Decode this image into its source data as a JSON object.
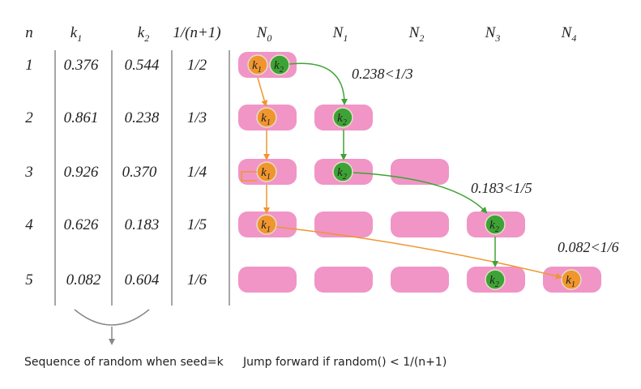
{
  "table": {
    "headers": {
      "n": "n",
      "k1": {
        "base": "k",
        "sub": "1"
      },
      "k2": {
        "base": "k",
        "sub": "2"
      },
      "prob": "1/(n+1)"
    },
    "rows": [
      {
        "n": "1",
        "k1": "0.376",
        "k2": "0.544",
        "prob": "1/2"
      },
      {
        "n": "2",
        "k1": "0.861",
        "k2": "0.238",
        "prob": "1/3"
      },
      {
        "n": "3",
        "k1": "0.926",
        "k2": "0.370",
        "prob": "1/4"
      },
      {
        "n": "4",
        "k1": "0.626",
        "k2": "0.183",
        "prob": "1/5"
      },
      {
        "n": "5",
        "k1": "0.082",
        "k2": "0.604",
        "prob": "1/6"
      }
    ]
  },
  "nodes_header": [
    {
      "base": "N",
      "sub": "0"
    },
    {
      "base": "N",
      "sub": "1"
    },
    {
      "base": "N",
      "sub": "2"
    },
    {
      "base": "N",
      "sub": "3"
    },
    {
      "base": "N",
      "sub": "4"
    }
  ],
  "grid": {
    "rows": [
      {
        "cells": [
          [
            "k1",
            "k2"
          ]
        ]
      },
      {
        "cells": [
          [
            "k1"
          ],
          [
            "k2"
          ]
        ]
      },
      {
        "cells": [
          [
            "k1"
          ],
          [
            "k2"
          ],
          []
        ]
      },
      {
        "cells": [
          [
            "k1"
          ],
          [],
          [],
          [
            "k2"
          ]
        ]
      },
      {
        "cells": [
          [],
          [],
          [],
          [
            "k2"
          ],
          [
            "k1"
          ]
        ]
      }
    ]
  },
  "keys": {
    "k1": {
      "base": "k",
      "sub": "1",
      "color": "#f0962e"
    },
    "k2": {
      "base": "k",
      "sub": "2",
      "color": "#3ea336"
    }
  },
  "annotations": {
    "jump1": "0.238<1/3",
    "jump2": "0.183<1/5",
    "jump3": "0.082<1/6"
  },
  "captions": {
    "left": "Sequence of random when seed=k",
    "right": "Jump forward if  random() < 1/(n+1)"
  },
  "colors": {
    "node_fill": "#f095c6",
    "k1": "#f0962e",
    "k2": "#3ea336",
    "divider": "#888888"
  }
}
